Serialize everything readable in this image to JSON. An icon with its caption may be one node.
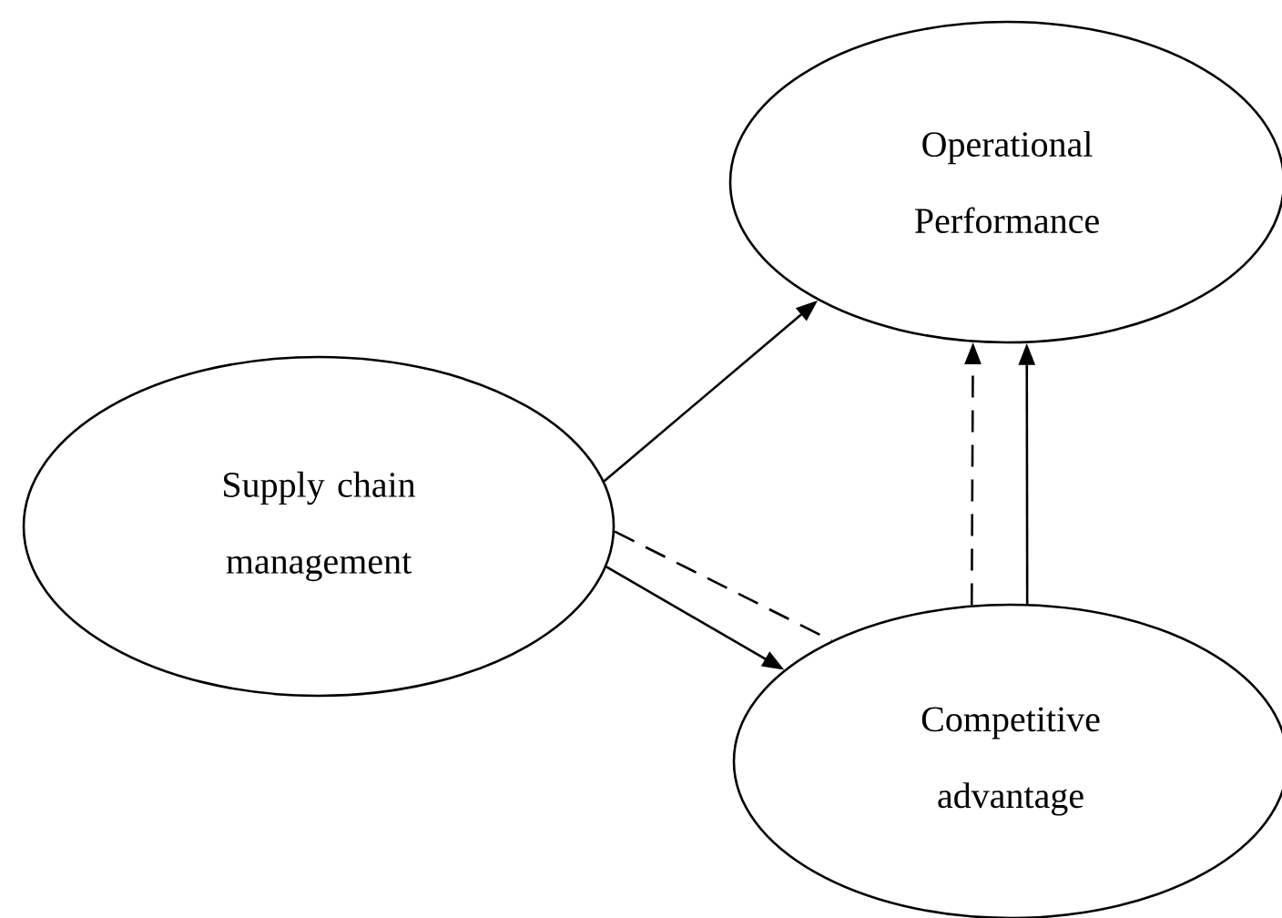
{
  "diagram": {
    "nodes": [
      {
        "text": [
          "Operational Performance"
        ]
      },
      {
        "text": [
          "Supply chain management"
        ]
      },
      {
        "text": [
          "Competitive advantage"
        ]
      }
    ],
    "edges": [
      {
        "from": 1,
        "to": 0,
        "arrow": "to"
      },
      {
        "from": 1,
        "to": 2,
        "arrow": "none",
        "style": "dashed"
      },
      {
        "from": 1,
        "to": 2,
        "arrow": "to"
      },
      {
        "from": 2,
        "to": 0,
        "arrow": "to",
        "style": "dashed"
      },
      {
        "from": 2,
        "to": 0,
        "arrow": "to"
      }
    ]
  }
}
